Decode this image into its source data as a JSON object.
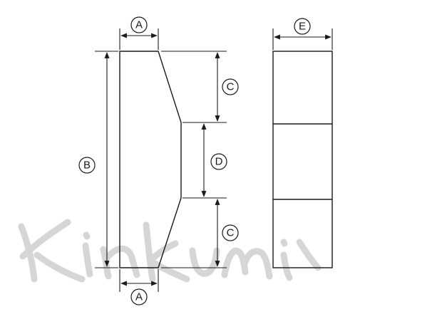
{
  "labels": {
    "a_top": "A",
    "a_bottom": "A",
    "b": "B",
    "c_top": "C",
    "c_bottom": "C",
    "d": "D",
    "e": "E"
  },
  "colors": {
    "line": "#1a1a1a",
    "background": "#ffffff",
    "watermark": "#b5b5b5"
  }
}
